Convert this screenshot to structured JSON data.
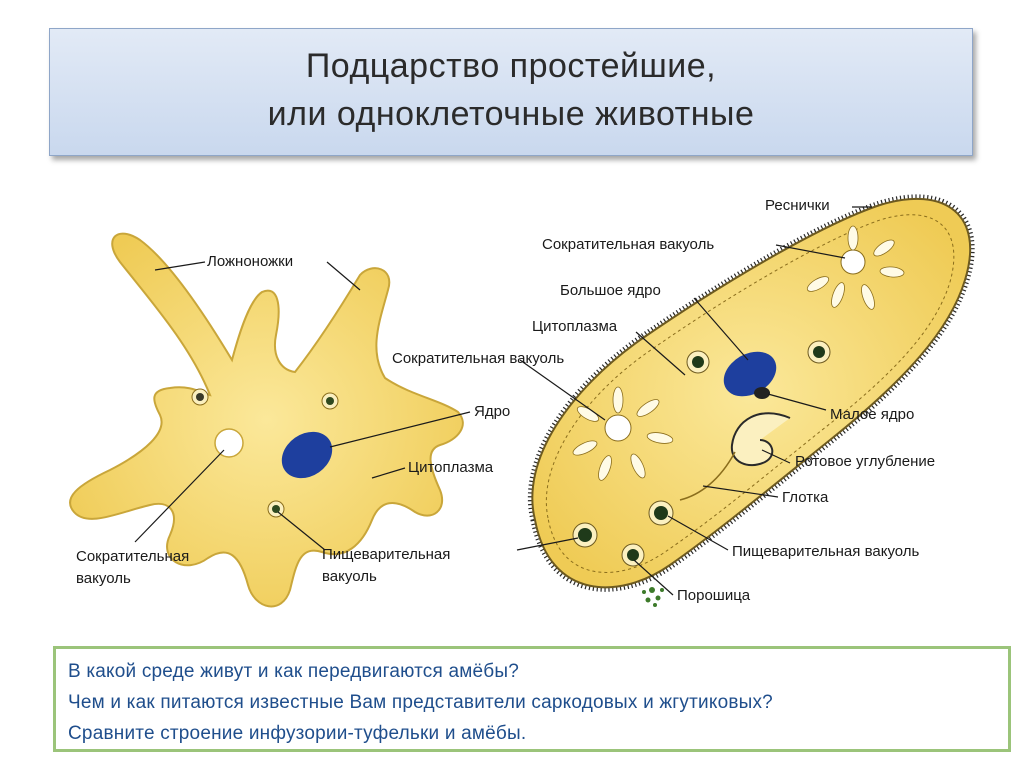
{
  "title": {
    "line1": "Подцарство простейшие,",
    "line2": "или одноклеточные животные"
  },
  "amoeba": {
    "labels": {
      "pseudopods": "Ложноножки",
      "nucleus": "Ядро",
      "cytoplasm": "Цитоплазма",
      "contractile_vacuole_1": "Сократительная",
      "contractile_vacuole_2": "вакуоль",
      "digestive_vacuole_1": "Пищеварительная",
      "digestive_vacuole_2": "вакуоль"
    }
  },
  "paramecium": {
    "labels": {
      "cilia": "Реснички",
      "contractile_vacuole_top": "Сократительная вакуоль",
      "macronucleus": "Большое ядро",
      "cytoplasm": "Цитоплазма",
      "contractile_vacuole_bottom": "Сократительная вакуоль",
      "micronucleus": "Малое ядро",
      "oral_groove": "Ротовое углубление",
      "pharynx": "Глотка",
      "digestive_vacuole": "Пищеварительная вакуоль",
      "anal_pore": "Порошица"
    }
  },
  "questions": [
    "В какой среде живут и как передвигаются амёбы?",
    "Чем и как питаются известные Вам представители саркодовых и жгутиковых?",
    "Сравните строение инфузории-туфельки и амёбы."
  ],
  "colors": {
    "cell_fill": "#f3d66a",
    "cell_outline": "#c9a63a",
    "nucleus": "#1e3f9e",
    "question_text": "#1f4e8c",
    "question_border": "#9bc47a"
  }
}
